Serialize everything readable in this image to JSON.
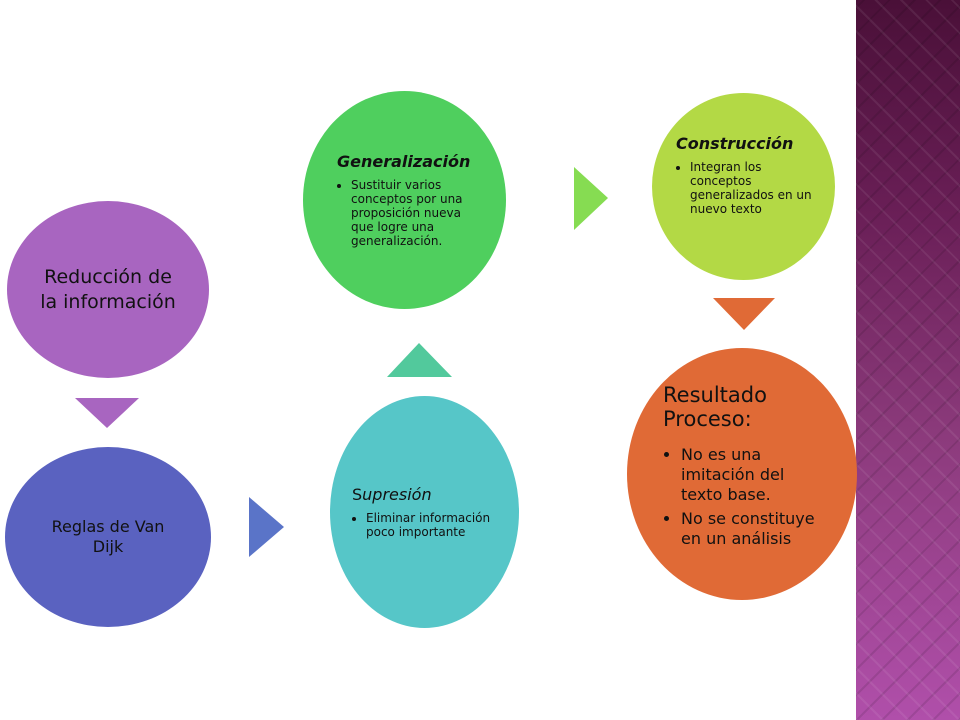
{
  "nodes": {
    "reduccion": {
      "label": "Reducción de la información"
    },
    "reglas": {
      "label": "Reglas de Van Dijk"
    },
    "supresion": {
      "title_first": "S",
      "title_rest": "upresión",
      "bullets": [
        "Eliminar información poco importante"
      ]
    },
    "generalizacion": {
      "title": "Generalización",
      "bullets": [
        "Sustituir varios conceptos por una proposición nueva que logre una generalización."
      ]
    },
    "construccion": {
      "title": "Construcción",
      "bullets": [
        "Integran los conceptos generalizados en un nuevo texto"
      ]
    },
    "resultado": {
      "title": "Resultado Proceso:",
      "bullets": [
        "No es una imitación del texto base.",
        "No se constituye en un análisis"
      ]
    }
  },
  "colors": {
    "reduccion": "#a865c0",
    "reglas": "#5a62c0",
    "supresion": "#56c6c8",
    "generalizacion": "#4fcf5e",
    "construccion": "#b3d945",
    "resultado": "#e06a36"
  }
}
